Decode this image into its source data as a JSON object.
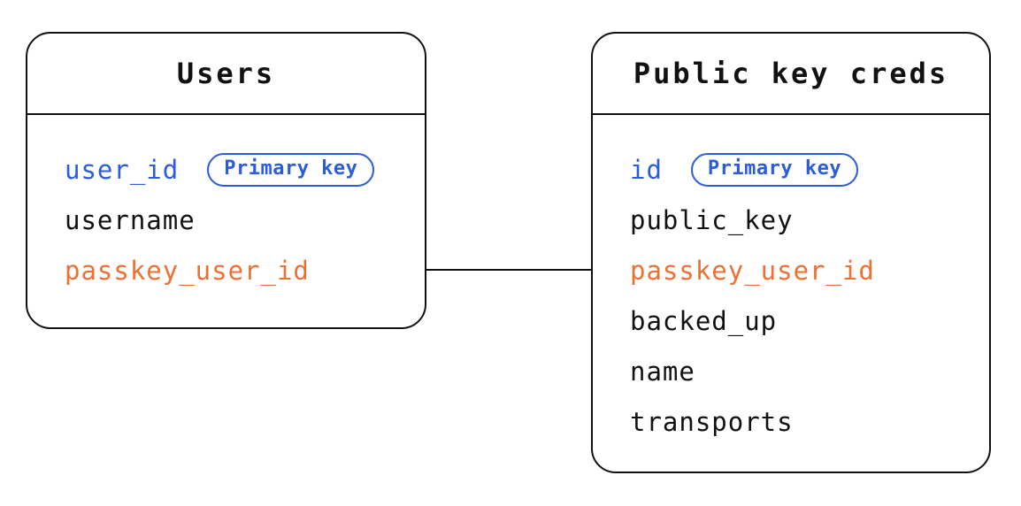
{
  "colors": {
    "blue": "#2b5cd9",
    "orange": "#ed7033",
    "ink": "#111111",
    "background": "#ffffff"
  },
  "diagram": {
    "type": "entity-relationship",
    "relationship": {
      "from": "Users.passkey_user_id",
      "to": "Public key creds.passkey_user_id"
    }
  },
  "tables": [
    {
      "name": "Users",
      "fields": [
        {
          "label": "user_id",
          "emphasis": "primary",
          "badge": "Primary key"
        },
        {
          "label": "username",
          "emphasis": "normal"
        },
        {
          "label": "passkey_user_id",
          "emphasis": "foreign"
        }
      ]
    },
    {
      "name": "Public key creds",
      "fields": [
        {
          "label": "id",
          "emphasis": "primary",
          "badge": "Primary key"
        },
        {
          "label": "public_key",
          "emphasis": "normal"
        },
        {
          "label": "passkey_user_id",
          "emphasis": "foreign"
        },
        {
          "label": "backed_up",
          "emphasis": "normal"
        },
        {
          "label": "name",
          "emphasis": "normal"
        },
        {
          "label": "transports",
          "emphasis": "normal"
        }
      ]
    }
  ]
}
